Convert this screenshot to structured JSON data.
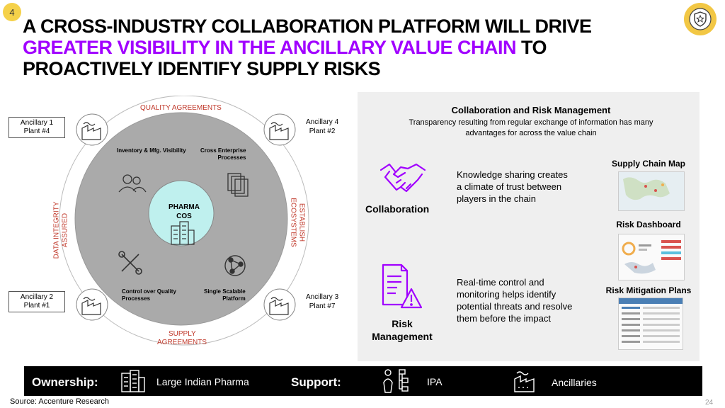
{
  "page_number_badge": "4",
  "title": {
    "line1": "A CROSS-INDUSTRY COLLABORATION PLATFORM WILL DRIVE",
    "line2_highlight": "GREATER VISIBILITY IN THE ANCILLARY VALUE CHAIN",
    "line2_rest": " TO",
    "line3": "PROACTIVELY IDENTIFY SUPPLY RISKS"
  },
  "diagram": {
    "top_label": "QUALITY AGREEMENTS",
    "bottom_label_1": "SUPPLY",
    "bottom_label_2": "AGREEMENTS",
    "left_label_1": "DATA INTEGRITY",
    "left_label_2": "ASSURED",
    "right_label_1": "ESTABLISH",
    "right_label_2": "ECOSYSTEMS",
    "center_1": "PHARMA",
    "center_2": "COS",
    "features": {
      "inventory": "Inventory & Mfg. Visibility",
      "cross_1": "Cross Enterprise",
      "cross_2": "Processes",
      "control_1": "Control over Quality",
      "control_2": "Processes",
      "single_1": "Single Scalable",
      "single_2": "Platform"
    },
    "plants": {
      "a1_line1": "Ancillary 1",
      "a1_line2": "Plant #4",
      "a2_line1": "Ancillary 2",
      "a2_line2": "Plant #1",
      "a3_line1": "Ancillary 3",
      "a3_line2": "Plant #7",
      "a4_line1": "Ancillary 4",
      "a4_line2": "Plant #2"
    }
  },
  "panel": {
    "heading": "Collaboration and Risk Management",
    "subheading_1": "Transparency resulting from regular exchange of information has many",
    "subheading_2": "advantages for across the value chain",
    "collaboration_label": "Collaboration",
    "collaboration_text_1": "Knowledge sharing creates",
    "collaboration_text_2": "a climate of trust between",
    "collaboration_text_3": "players in the chain",
    "risk_label_1": "Risk",
    "risk_label_2": "Management",
    "risk_text_1": "Real-time control and",
    "risk_text_2": "monitoring helps identify",
    "risk_text_3": "potential threats and resolve",
    "risk_text_4": "them before the impact",
    "thumb_1": "Supply Chain Map",
    "thumb_2": "Risk Dashboard",
    "thumb_3": "Risk Mitigation Plans"
  },
  "bottom_bar": {
    "ownership_label": "Ownership:",
    "ownership_value": "Large Indian Pharma",
    "support_label": "Support:",
    "support_value_1": "IPA",
    "support_value_2": "Ancillaries"
  },
  "source": "Source: Accenture Research",
  "page_number": "24",
  "colors": {
    "accent_purple": "#a100ff",
    "label_red": "#c0392b",
    "badge_yellow": "#f5d14a",
    "panel_gray": "#efefef",
    "center_teal": "#bff0ee"
  }
}
